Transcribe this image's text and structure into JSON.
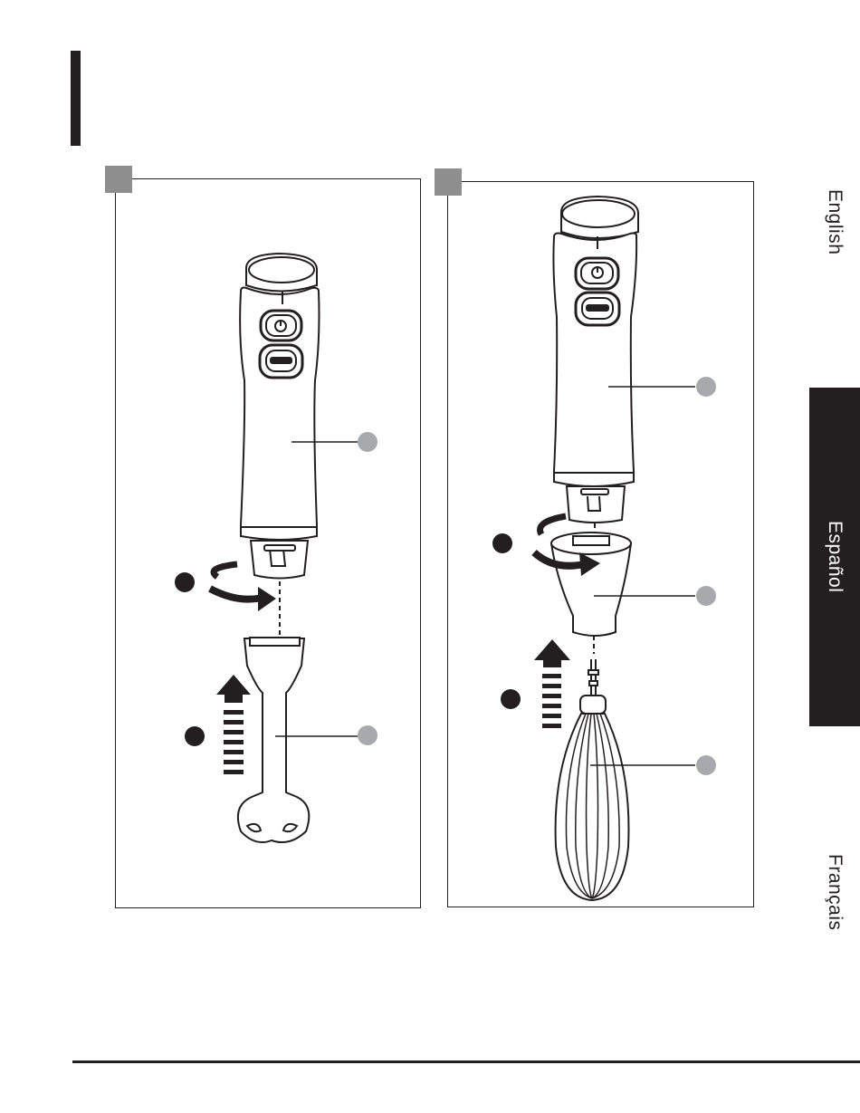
{
  "languages": [
    {
      "label": "English",
      "active": false
    },
    {
      "label": "Español",
      "active": true
    },
    {
      "label": "Français",
      "active": false
    }
  ],
  "colors": {
    "ink": "#231f20",
    "callout_grey": "#a7a9ac",
    "active_tab_background": "#231f20",
    "panel_tag": "#8e8e8e"
  },
  "illustrations": [
    {
      "parts": [
        "motor body",
        "blending shaft"
      ],
      "buttons": [
        "power",
        "TURBO"
      ]
    },
    {
      "parts": [
        "motor body",
        "whisk attachment adapter",
        "whisk"
      ],
      "buttons": [
        "power",
        "TURBO"
      ]
    }
  ]
}
